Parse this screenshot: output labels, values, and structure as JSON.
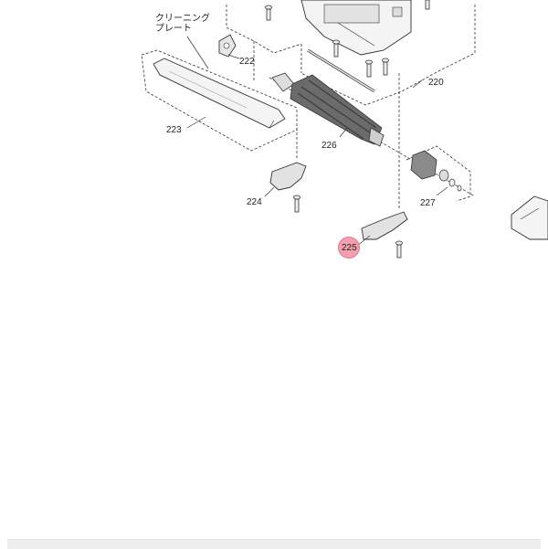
{
  "callout": {
    "line1": "クリーニング",
    "line2": "プレート"
  },
  "parts": {
    "p220": "220",
    "p222": "222",
    "p223": "223",
    "p224": "224",
    "p225": "225",
    "p226": "226",
    "p227": "227"
  },
  "colors": {
    "line": "#333333",
    "part_fill": "#f4f4f4",
    "part_shade": "#cfcfcf",
    "brush": "#6b6b6b",
    "highlight": "#f2a0ae",
    "footer": "#eeeeee"
  }
}
